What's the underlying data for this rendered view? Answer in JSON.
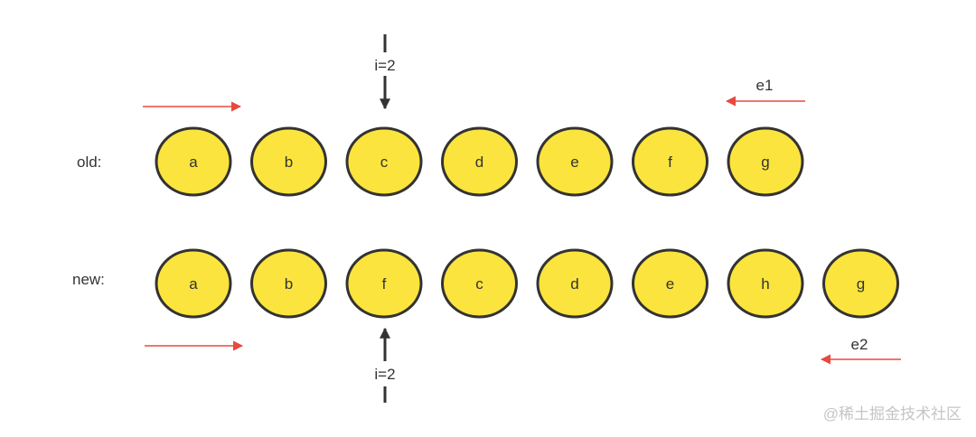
{
  "colors": {
    "node_fill": "#fbe43d",
    "node_stroke": "#333333",
    "red_arrow": "#e8483e",
    "black_arrow": "#333333"
  },
  "rows": {
    "old": {
      "label": "old:",
      "nodes": [
        "a",
        "b",
        "c",
        "d",
        "e",
        "f",
        "g"
      ]
    },
    "new": {
      "label": "new:",
      "nodes": [
        "a",
        "b",
        "f",
        "c",
        "d",
        "e",
        "h",
        "g"
      ]
    }
  },
  "pointers": {
    "i_top": "i=2",
    "i_bottom": "i=2",
    "e1": "e1",
    "e2": "e2"
  },
  "watermark": "@稀土掘金技术社区"
}
